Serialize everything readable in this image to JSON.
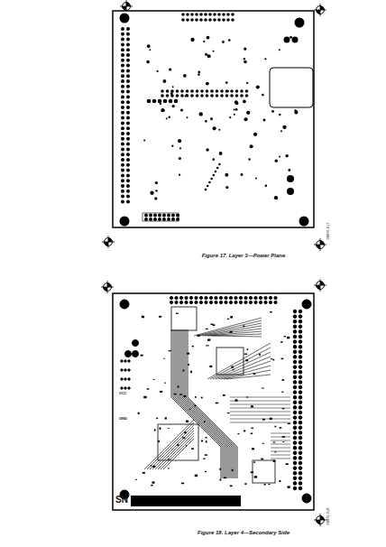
{
  "diagram": {
    "labels": [
      "Figure 17. Layer 3—Power Plane",
      "Figure 18. Layer 4—Secondary Side",
      "08876-017",
      "08876-018",
      "SN",
      "VCC",
      "GND"
    ]
  }
}
